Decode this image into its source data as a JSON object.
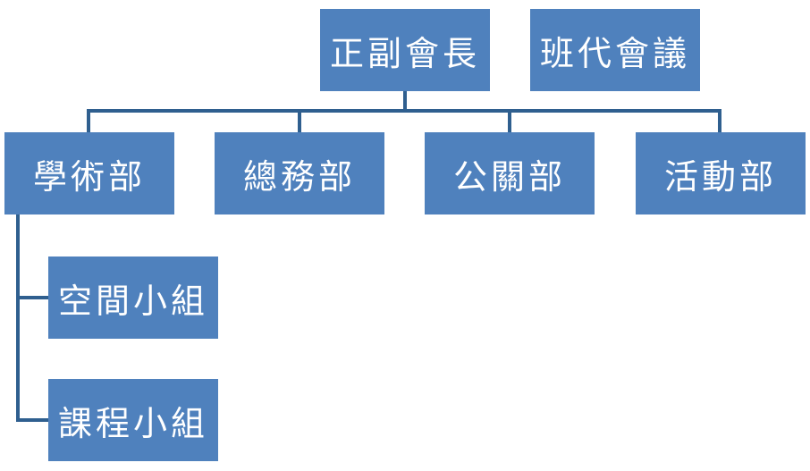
{
  "org_chart": {
    "top": {
      "leader": "正副會長",
      "council": "班代會議"
    },
    "departments": [
      {
        "name": "學術部"
      },
      {
        "name": "總務部"
      },
      {
        "name": "公關部"
      },
      {
        "name": "活動部"
      }
    ],
    "academic_subgroups": [
      {
        "name": "空間小組"
      },
      {
        "name": "課程小組"
      }
    ]
  },
  "colors": {
    "box_fill": "#4f81bd",
    "connector": "#2f5f8f",
    "text": "#ffffff"
  }
}
